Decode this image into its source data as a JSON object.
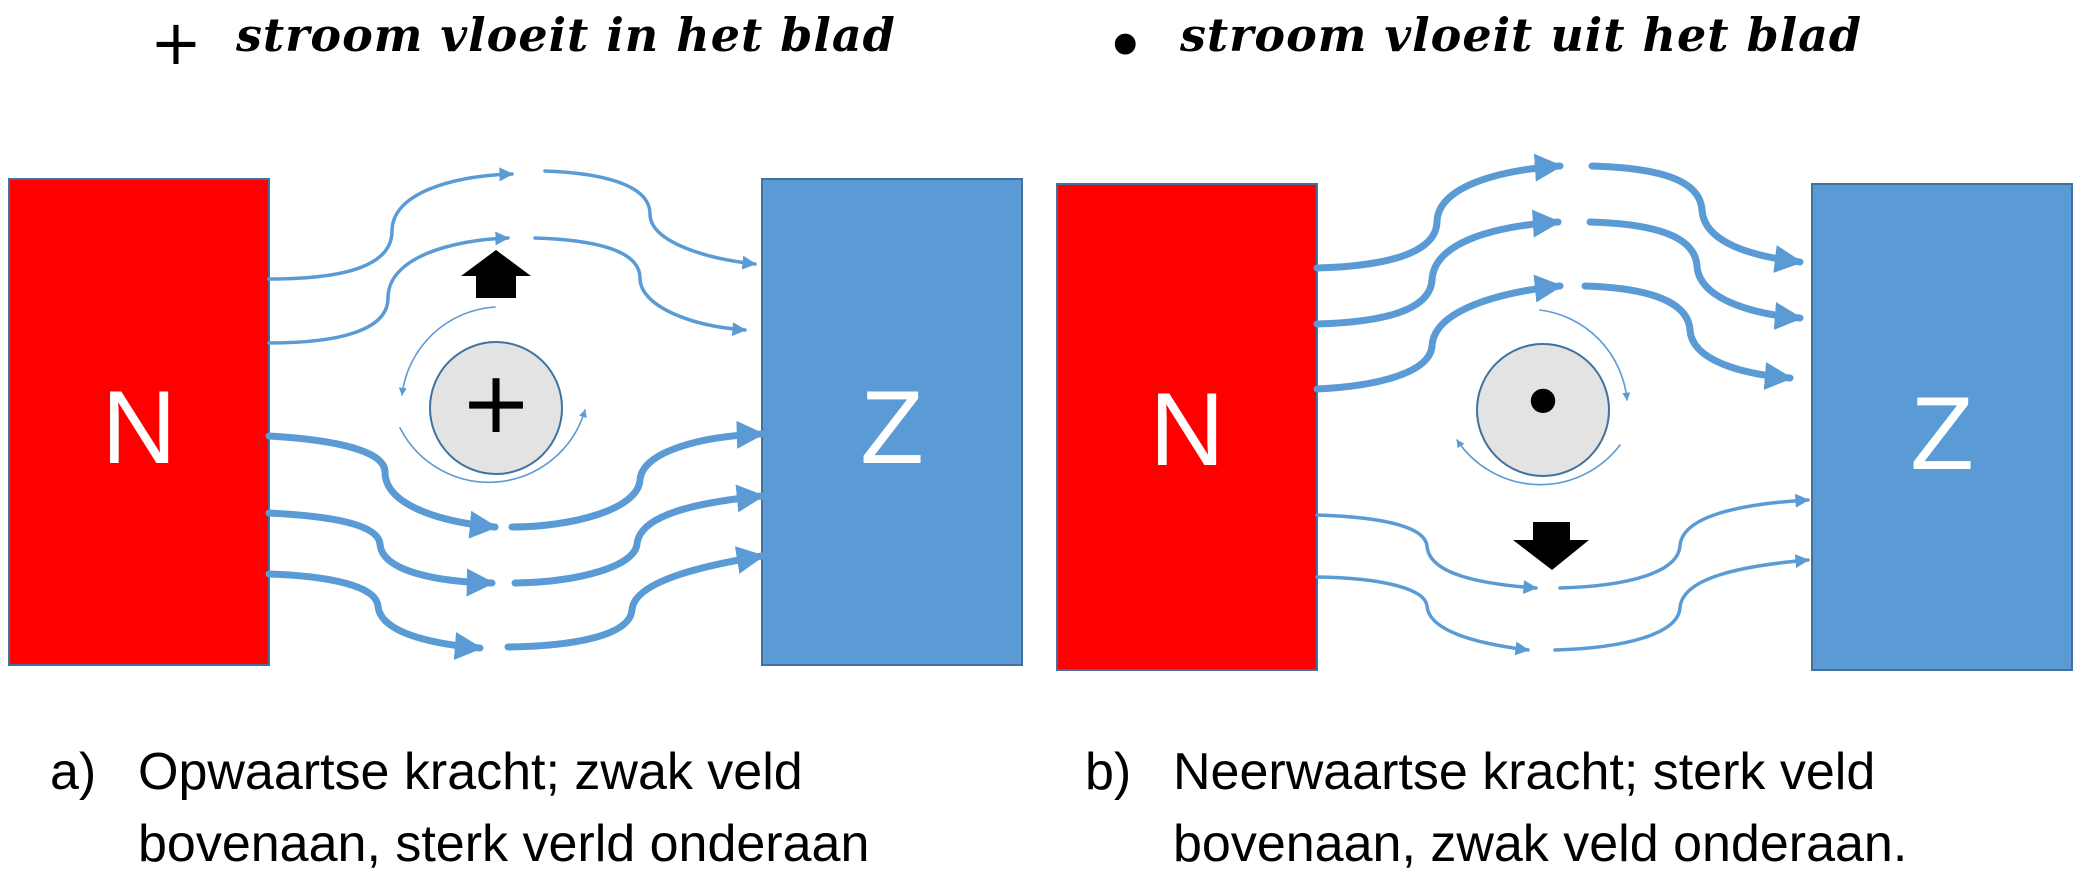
{
  "legend": {
    "into": {
      "symbol": "+",
      "text": "stroom vloeit in het blad"
    },
    "out": {
      "symbol": "•",
      "text": "stroom vloeit uit het blad"
    }
  },
  "colors": {
    "north_pole": "#ff0000",
    "south_pole": "#5b9bd5",
    "field_line": "#5b9bd5",
    "conductor_fill": "#e3e3e3",
    "conductor_stroke": "#41719c",
    "force_arrow": "#000000"
  },
  "panels": [
    {
      "id": "a",
      "north_label": "N",
      "south_label": "Z",
      "conductor_symbol": "+",
      "force_direction": "up",
      "caption_marker": "a)",
      "caption_lines": [
        "Opwaartse kracht; zwak veld",
        "bovenaan, sterk verld onderaan"
      ]
    },
    {
      "id": "b",
      "north_label": "N",
      "south_label": "Z",
      "conductor_symbol": "•",
      "force_direction": "down",
      "caption_marker": "b)",
      "caption_lines": [
        "Neerwaartse kracht; sterk veld",
        "bovenaan, zwak veld onderaan."
      ]
    }
  ]
}
